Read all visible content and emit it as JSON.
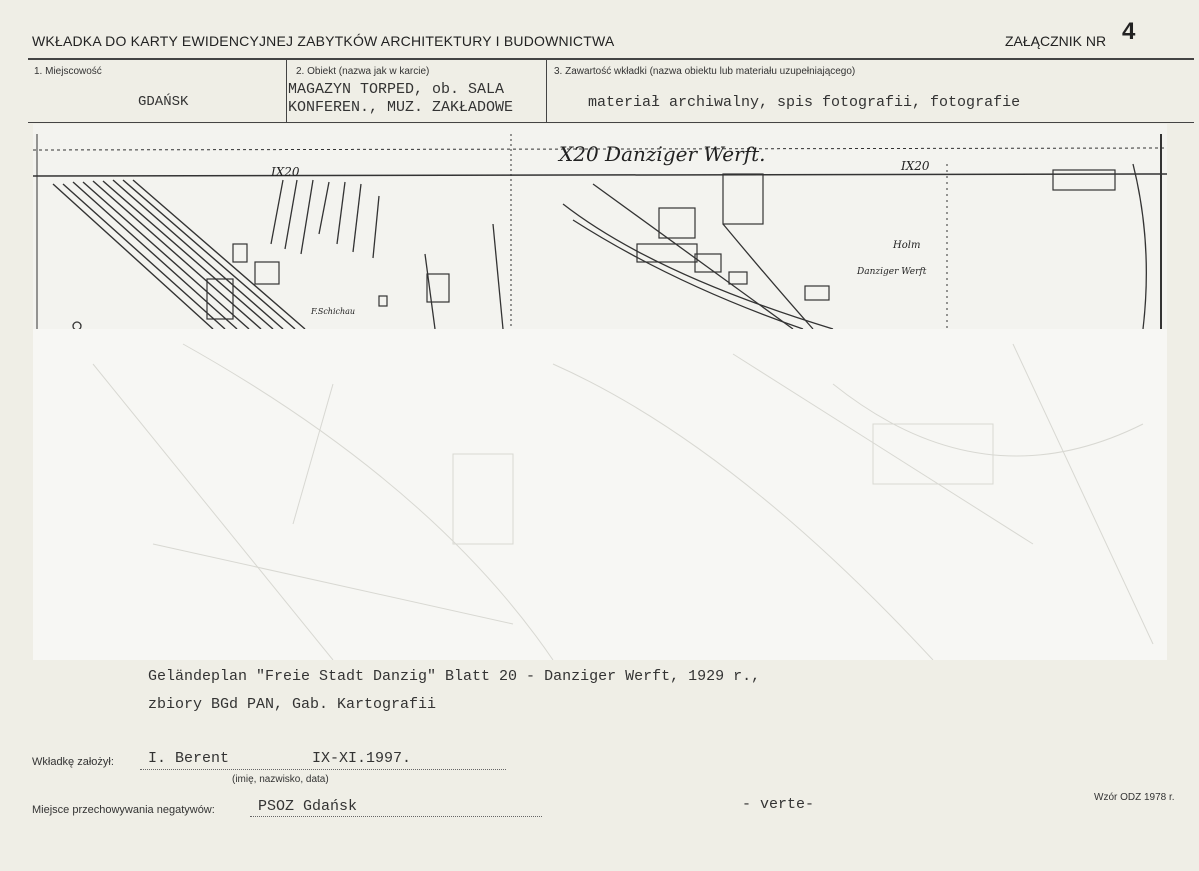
{
  "header": {
    "title": "WKŁADKA DO KARTY EWIDENCYJNEJ ZABYTKÓW ARCHITEKTURY I BUDOWNICTWA",
    "annex_label": "ZAŁĄCZNIK NR",
    "annex_number": "4"
  },
  "fields": {
    "place_label": "1. Miejscowość",
    "place_value": "GDAŃSK",
    "object_label": "2. Obiekt (nazwa jak w karcie)",
    "object_value_line1": "MAGAZYN TORPED, ob. SALA",
    "object_value_line2": "KONFEREN., MUZ. ZAKŁADOWE",
    "content_label": "3. Zawartość wkładki (nazwa obiektu lub materiału uzupełniającego)",
    "content_value": "materiał archiwalny, spis fotografii, fotografie"
  },
  "map": {
    "title": "X20 Danziger Werft.",
    "marker_left": "IX20",
    "marker_right": "IX20",
    "label_holm": "Holm",
    "label_werft": "Danziger Werft",
    "label_schichau": "F.Schichau"
  },
  "caption": {
    "line1": "Geländeplan \"Freie Stadt Danzig\" Blatt 20 - Danziger Werft, 1929 r.,",
    "line2": "zbiory BGd PAN, Gab. Kartografii"
  },
  "footer": {
    "author_label": "Wkładkę założył:",
    "author_value": "I. Berent",
    "date_value": "IX-XI.1997.",
    "author_hint": "(imię, nazwisko, data)",
    "storage_label": "Miejsce przechowywania negatywów:",
    "storage_value": "PSOZ Gdańsk",
    "verte": "- verte-",
    "form_id": "Wzór ODZ 1978 r."
  }
}
